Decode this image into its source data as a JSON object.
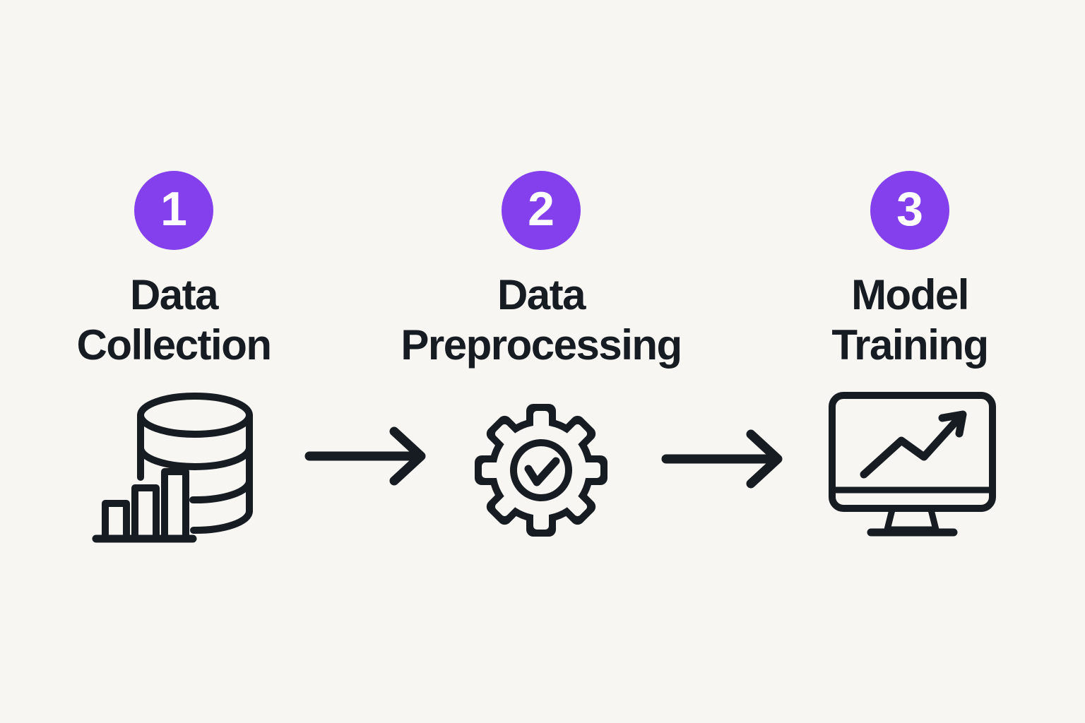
{
  "diagram": {
    "type": "process-flow",
    "colors": {
      "background": "#f7f6f2",
      "accent": "#8540ed",
      "ink": "#171b22",
      "badge_text": "#ffffff"
    },
    "steps": [
      {
        "number": "1",
        "title_line1": "Data",
        "title_line2": "Collection",
        "icon": "database-bar-chart-icon"
      },
      {
        "number": "2",
        "title_line1": "Data",
        "title_line2": "Preprocessing",
        "icon": "gear-checkmark-icon"
      },
      {
        "number": "3",
        "title_line1": "Model",
        "title_line2": "Training",
        "icon": "monitor-trend-chart-icon"
      }
    ],
    "connectors": [
      {
        "icon": "arrow-right-icon"
      },
      {
        "icon": "arrow-right-icon"
      }
    ]
  }
}
